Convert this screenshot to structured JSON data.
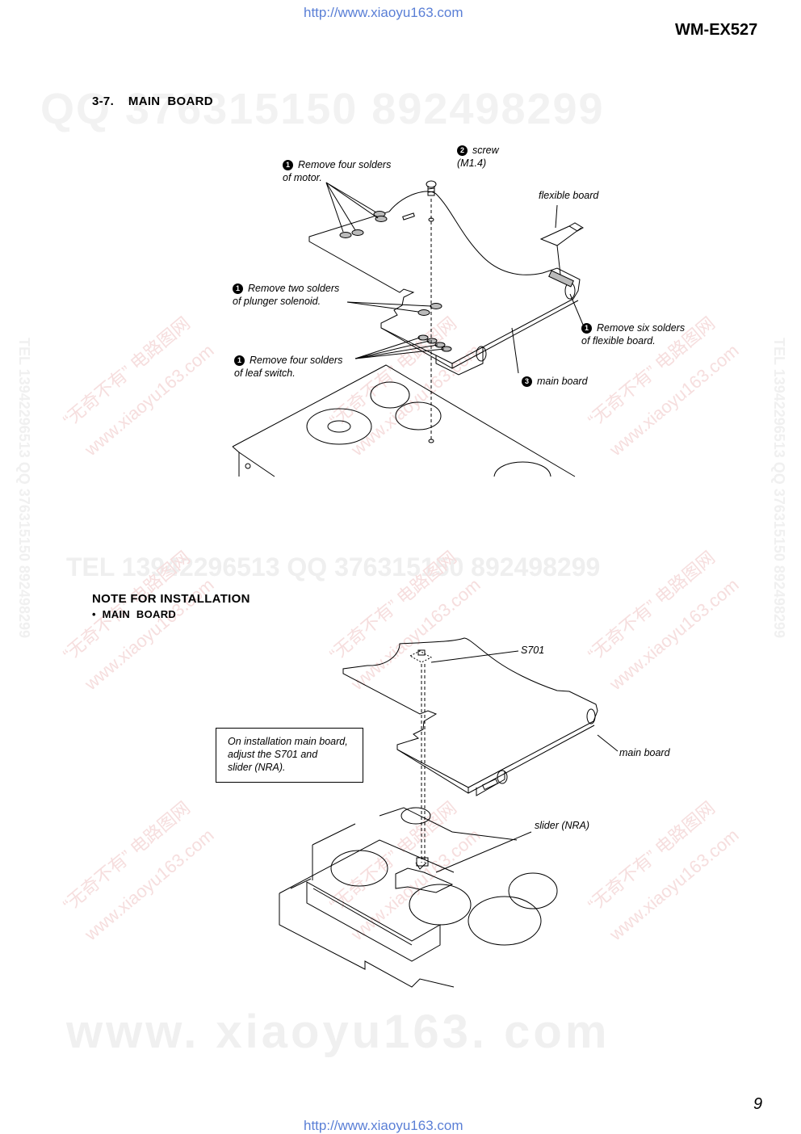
{
  "header": {
    "url_top": "http://www.xiaoyu163.com",
    "model": "WM-EX527"
  },
  "section": {
    "title": "3-7.    MAIN  BOARD"
  },
  "diagram1": {
    "labels": {
      "solder_motor_num": "1",
      "solder_motor": "Remove four solders\nof motor.",
      "screw_num": "2",
      "screw": "screw\n(M1.4)",
      "flexible_board": "flexible board",
      "plunger_num": "1",
      "plunger": "Remove two solders\nof plunger solenoid.",
      "six_solders_num": "1",
      "six_solders": "Remove six solders\nof flexible board.",
      "leaf_num": "1",
      "leaf": "Remove four solders\nof leaf switch.",
      "main_board_num": "3",
      "main_board": "main board"
    }
  },
  "note": {
    "title": "NOTE  FOR  INSTALLATION",
    "subtitle": "•  MAIN  BOARD"
  },
  "diagram2": {
    "labels": {
      "s701": "S701",
      "main_board": "main board",
      "slider": "slider (NRA)",
      "instruction": "On installation main board,\nadjust the S701 and\nslider (NRA)."
    }
  },
  "footer": {
    "page_number": "9",
    "url_bottom": "http://www.xiaoyu163.com"
  },
  "watermarks": {
    "qq_line": "QQ 376315150    892498299",
    "tel_line": "TEL 13942296513      QQ 376315150   892498299",
    "rot_1": "“无奇不有” 电路图网",
    "rot_2": "www.xiaoyu163.com",
    "vertical": "TEL 13942296513  QQ 376315150  892498299",
    "bottom": "www. xiaoyu163. com"
  }
}
